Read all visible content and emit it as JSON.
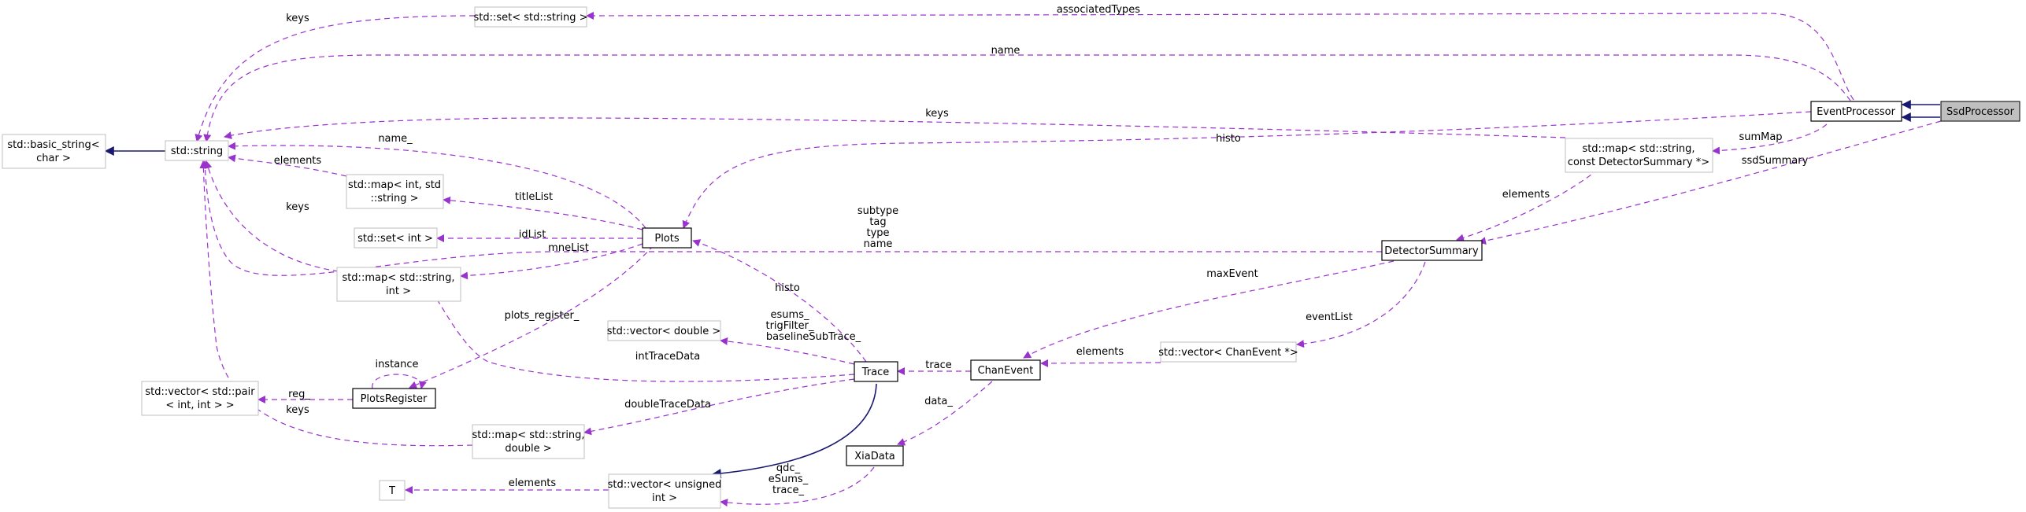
{
  "colors": {
    "inheritance": "#191970",
    "usage": "#9a32cd",
    "node_border_regular": "#bfbfbf",
    "node_border_strong": "#000000",
    "node_fill_highlight": "#bfbfbf"
  },
  "nodes": {
    "ssd_processor": "SsdProcessor",
    "event_processor": "EventProcessor",
    "set_string": "std::set< std::string >",
    "basic_string": [
      "std::basic_string<",
      "char >"
    ],
    "std_string": "std::string",
    "map_int_string": [
      "std::map< int, std",
      "::string >"
    ],
    "set_int": "std::set< int >",
    "map_string_int": [
      "std::map< std::string,",
      "int >"
    ],
    "plots": "Plots",
    "vector_pair": [
      "std::vector< std::pair",
      "< int, int > >"
    ],
    "plots_register": "PlotsRegister",
    "map_detector_summary": [
      "std::map< std::string,",
      "const DetectorSummary *>"
    ],
    "detector_summary": "DetectorSummary",
    "vector_double": "std::vector< double >",
    "trace": "Trace",
    "chan_event": "ChanEvent",
    "vector_chan_event": "std::vector< ChanEvent *>",
    "map_string_double": [
      "std::map< std::string,",
      "double >"
    ],
    "xia_data": "XiaData",
    "vector_unsigned": [
      "std::vector< unsigned",
      "int >"
    ],
    "template_t": "T"
  },
  "edge_labels": {
    "associated_types": "associatedTypes",
    "keys_set": "keys",
    "name_event": "name",
    "keys_map": "keys",
    "histo_plots": "histo",
    "name_plots": "name_",
    "elements_map_int": "elements",
    "title_list": "titleList",
    "id_list": "idList",
    "mne_list": "mneList",
    "keys_plots_register": "keys",
    "detector_fields": [
      "subtype",
      "tag",
      "type",
      "name"
    ],
    "plots_register": "plots_register_",
    "instance": "instance",
    "reg": "reg_",
    "keys_vector_pair": "keys",
    "sum_map": "sumMap",
    "ssd_summary": "ssdSummary",
    "elements_detector": "elements",
    "max_event": "maxEvent",
    "event_list": "eventList",
    "elements_chan": "elements",
    "trace_member": "trace",
    "histo_trace": "histo",
    "int_trace_data": "intTraceData",
    "trace_vectors": [
      "esums_",
      "trigFilter_",
      "baselineSubTrace_"
    ],
    "double_trace_data": "doubleTraceData",
    "data_member": "data_",
    "elements_t": "elements",
    "xia_vectors": [
      "qdc_",
      "eSums_",
      "trace_"
    ]
  }
}
